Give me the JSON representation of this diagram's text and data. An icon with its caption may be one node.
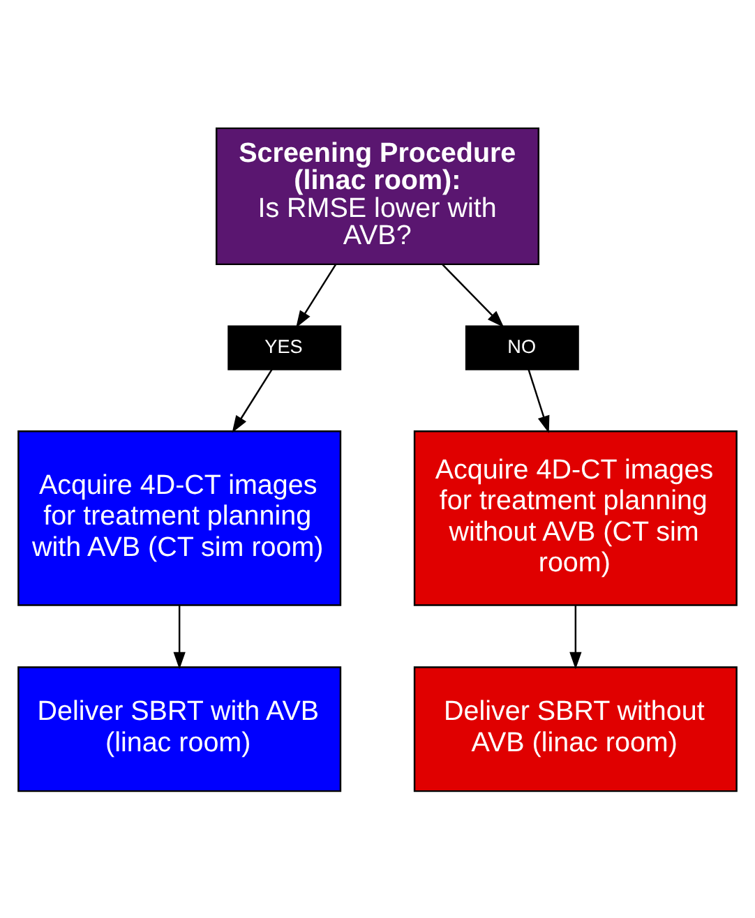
{
  "diagram": {
    "nodes": [
      {
        "text": [
          "Screening Procedure (linac room):",
          "Is RMSE lower with AVB?"
        ]
      },
      {
        "text": [
          "YES"
        ]
      },
      {
        "text": [
          "NO"
        ]
      },
      {
        "text": [
          "Acquire 4D-CT images for treatment planning with AVB (CT sim room)"
        ]
      },
      {
        "text": [
          "Acquire 4D-CT images for treatment planning without AVB (CT sim room)"
        ]
      },
      {
        "text": [
          "Deliver SBRT with AVB (linac room)"
        ]
      },
      {
        "text": [
          "Deliver SBRT without AVB (linac room)"
        ]
      }
    ],
    "edges": [
      {
        "from": 0,
        "to": 1,
        "arrow": "to"
      },
      {
        "from": 0,
        "to": 2,
        "arrow": "to"
      },
      {
        "from": 1,
        "to": 3,
        "arrow": "to"
      },
      {
        "from": 2,
        "to": 4,
        "arrow": "to"
      },
      {
        "from": 3,
        "to": 5,
        "arrow": "to"
      },
      {
        "from": 4,
        "to": 6,
        "arrow": "to"
      }
    ]
  }
}
